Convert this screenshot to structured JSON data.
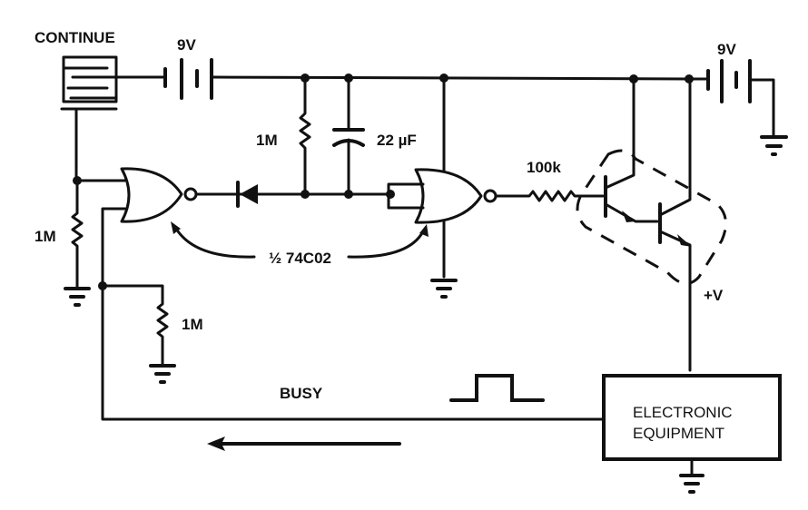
{
  "diagram": {
    "type": "circuit-schematic",
    "labels": {
      "switch": "CONTINUE",
      "battery_left": "9V",
      "battery_right": "9V",
      "resistor_input": "1M",
      "resistor_timing": "1M",
      "capacitor": "22 µF",
      "resistor_base": "100k",
      "resistor_busy": "1M",
      "gate_ic": "½ 74C02",
      "busy_signal": "BUSY",
      "supply_out": "+V",
      "equipment_line1": "ELECTRONIC",
      "equipment_line2": "EQUIPMENT"
    },
    "components": [
      {
        "id": "S1",
        "kind": "pushbutton-switch",
        "label": "CONTINUE"
      },
      {
        "id": "B1",
        "kind": "battery",
        "value": "9V"
      },
      {
        "id": "B2",
        "kind": "battery",
        "value": "9V"
      },
      {
        "id": "R1",
        "kind": "resistor",
        "value": "1M"
      },
      {
        "id": "R2",
        "kind": "resistor",
        "value": "1M"
      },
      {
        "id": "R3",
        "kind": "resistor",
        "value": "100k"
      },
      {
        "id": "R4",
        "kind": "resistor",
        "value": "1M"
      },
      {
        "id": "C1",
        "kind": "capacitor",
        "value": "22 µF"
      },
      {
        "id": "D1",
        "kind": "diode"
      },
      {
        "id": "U1A",
        "kind": "nor-gate",
        "part": "½ 74C02"
      },
      {
        "id": "U1B",
        "kind": "nor-gate",
        "part": "½ 74C02"
      },
      {
        "id": "Q1Q2",
        "kind": "darlington-pair"
      },
      {
        "id": "EQ",
        "kind": "block",
        "label": "ELECTRONIC EQUIPMENT"
      }
    ]
  }
}
